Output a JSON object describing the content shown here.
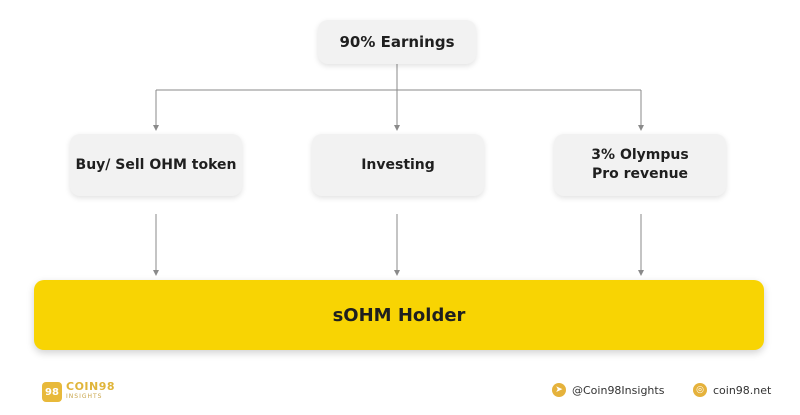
{
  "diagram": {
    "top_node": "90% Earnings",
    "middle_nodes": [
      {
        "label": "Buy/ Sell OHM token"
      },
      {
        "label": "Investing"
      },
      {
        "label": "3% Olympus Pro revenue"
      }
    ],
    "bottom_node": "sOHM Holder"
  },
  "footer": {
    "logo_number": "98",
    "logo_brand": "COIN98",
    "logo_sub": "INSIGHTS",
    "telegram_handle": "@Coin98Insights",
    "website": "coin98.net"
  },
  "colors": {
    "accent_yellow": "#f8d403",
    "box_gray": "#f2f2f2",
    "connector_gray": "#8a8a8a",
    "brand_gold": "#e5b23c"
  }
}
